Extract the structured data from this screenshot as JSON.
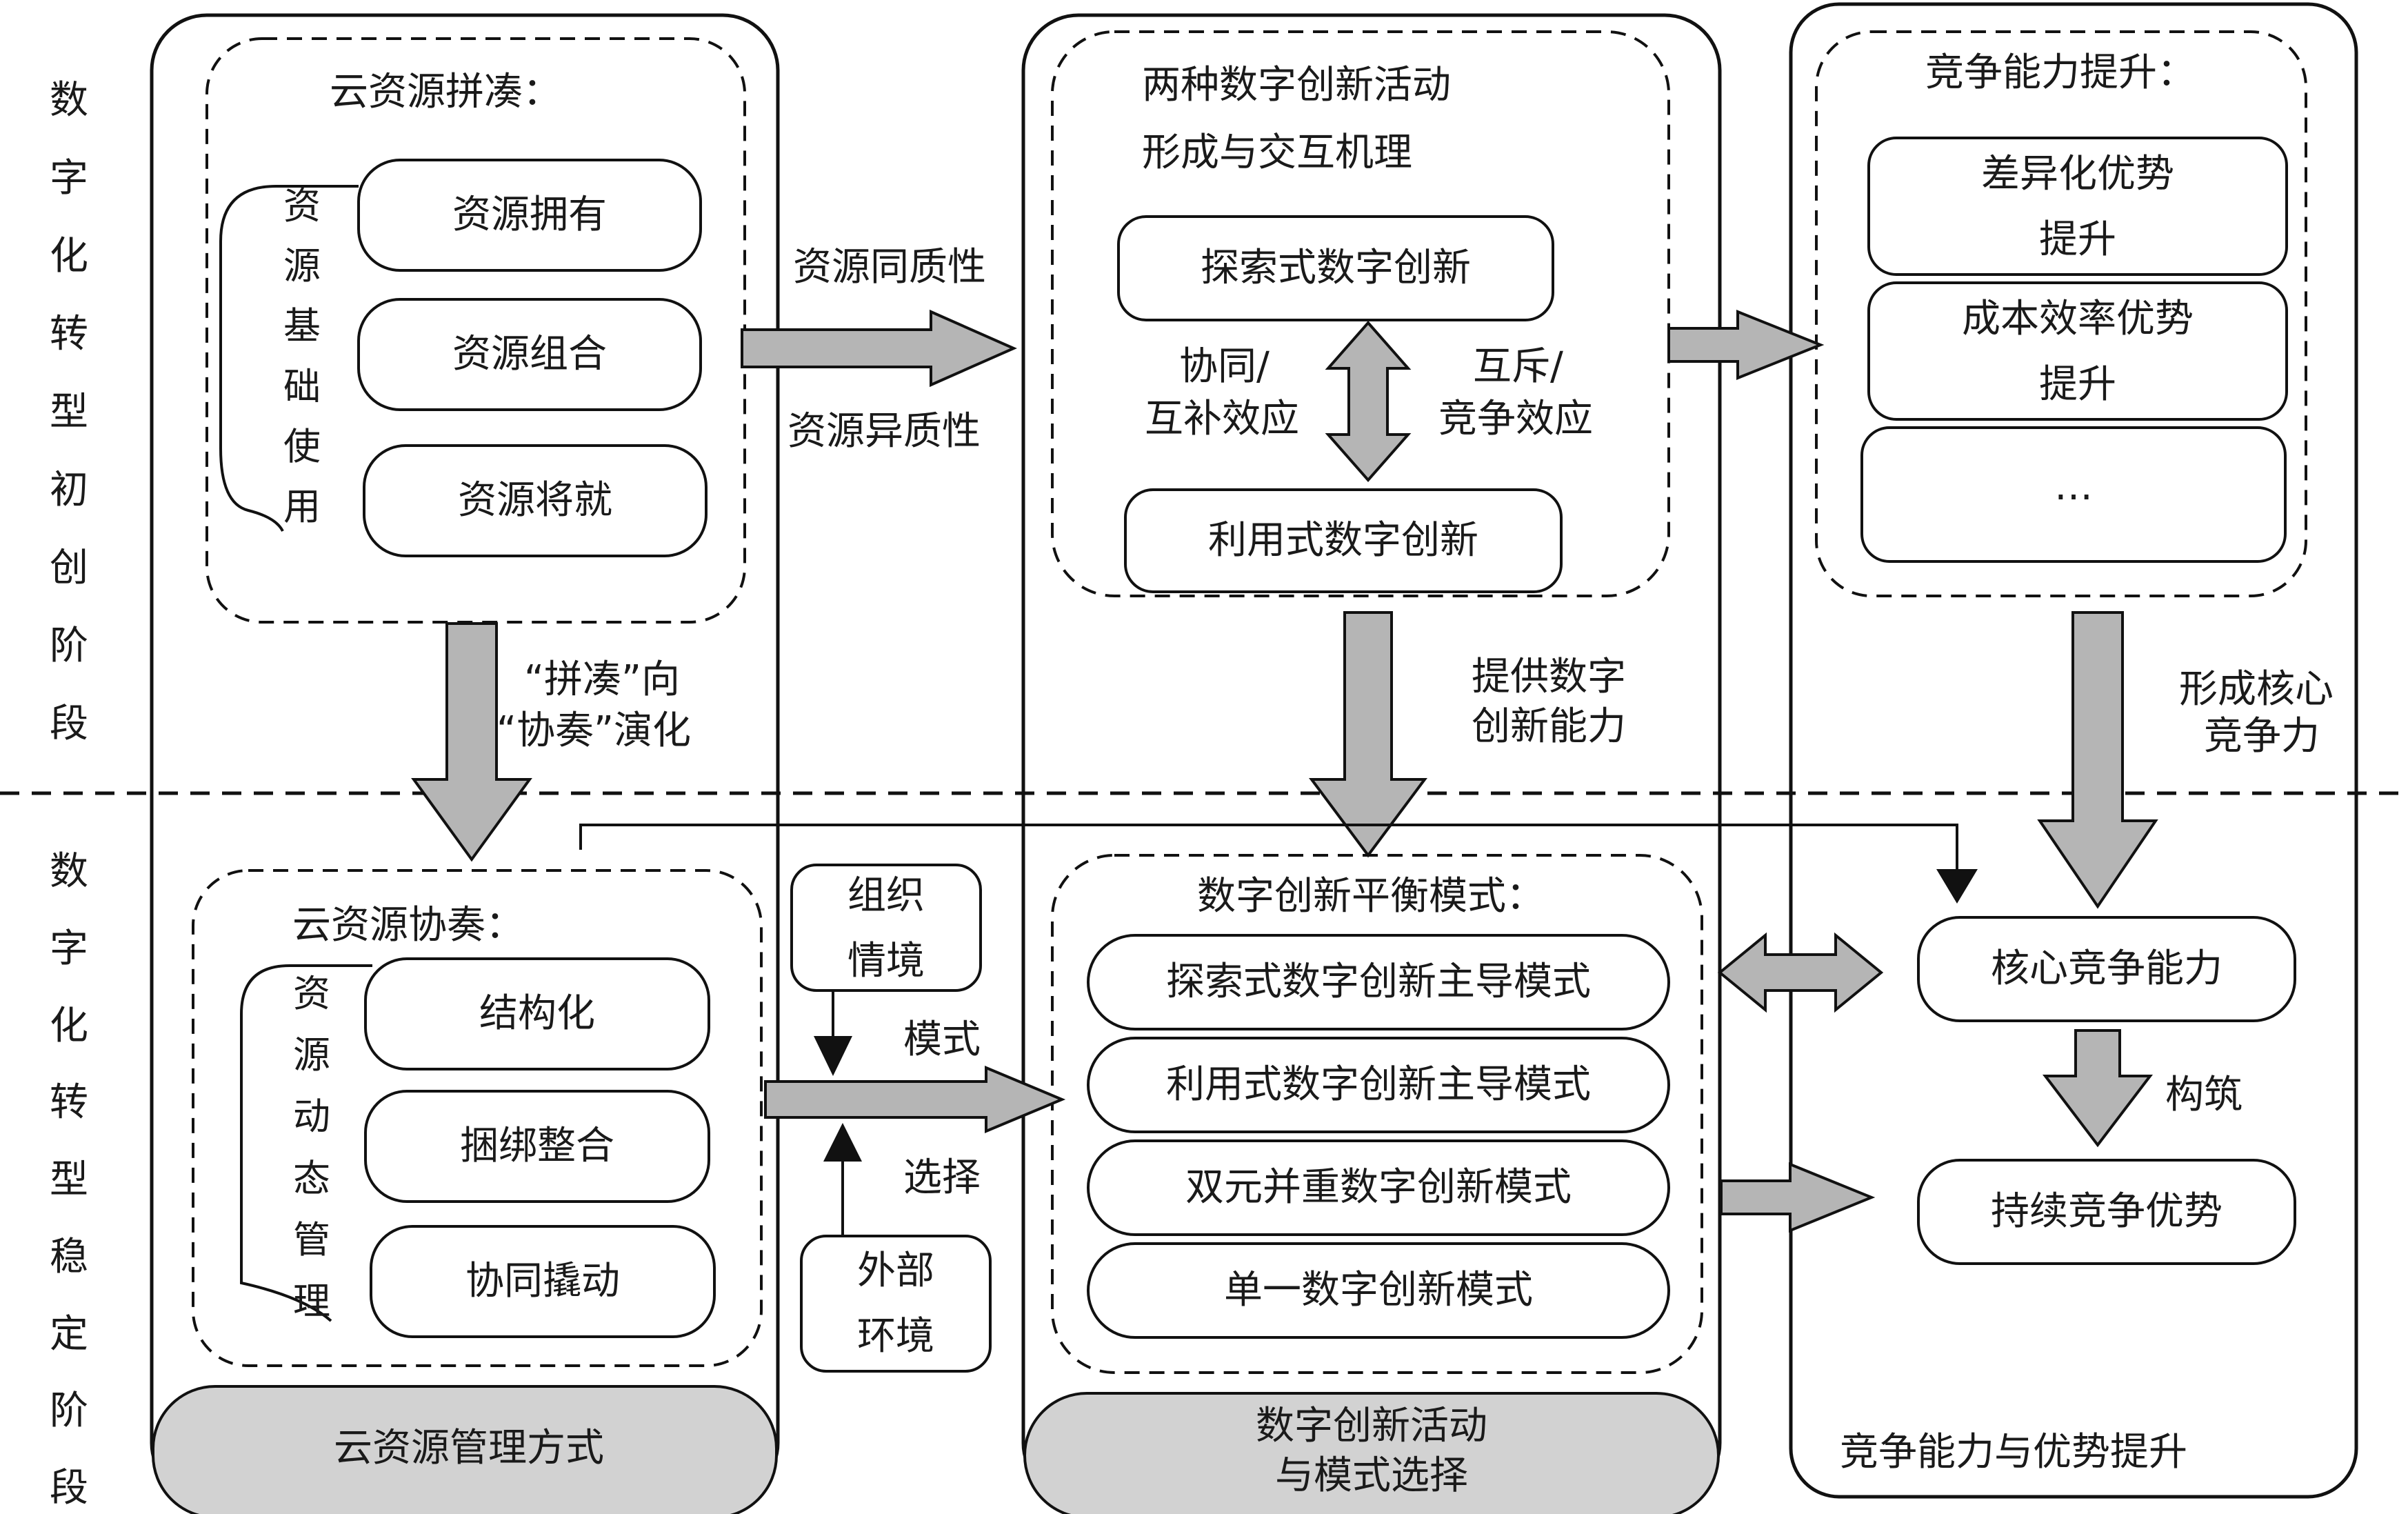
{
  "stages": {
    "top": [
      "数",
      "字",
      "化",
      "转",
      "型",
      "初",
      "创",
      "阶",
      "段"
    ],
    "bottom": [
      "数",
      "字",
      "化",
      "转",
      "型",
      "稳",
      "定",
      "阶",
      "段"
    ]
  },
  "left_column": {
    "pinshou": {
      "title": "云资源拼凑：",
      "side_label": [
        "资",
        "源",
        "基",
        "础",
        "使",
        "用"
      ],
      "items": [
        "资源拥有",
        "资源组合",
        "资源将就"
      ]
    },
    "evolution_label_1": "“拼凑”向",
    "evolution_label_2": "“协奏”演化",
    "xiezou": {
      "title": "云资源协奏：",
      "side_label": [
        "资",
        "源",
        "动",
        "态",
        "管",
        "理"
      ],
      "items": [
        "结构化",
        "捆绑整合",
        "协同撬动"
      ]
    },
    "footer": "云资源管理方式"
  },
  "middle_column": {
    "top_box": {
      "title_line1": "两种数字创新活动",
      "title_line2": "形成与交互机理",
      "explore": "探索式数字创新",
      "exploit": "利用式数字创新",
      "left_effect_1": "协同/",
      "left_effect_2": "互补效应",
      "right_effect_1": "互斥/",
      "right_effect_2": "竞争效应"
    },
    "provide_label_1": "提供数字",
    "provide_label_2": "创新能力",
    "balance_box": {
      "title": "数字创新平衡模式：",
      "modes": [
        "探索式数字创新主导模式",
        "利用式数字创新主导模式",
        "双元并重数字创新模式",
        "单一数字创新模式"
      ]
    },
    "footer_line1": "数字创新活动",
    "footer_line2": "与模式选择"
  },
  "link_labels": {
    "homogeneity": "资源同质性",
    "heterogeneity": "资源异质性",
    "mode": "模式",
    "select": "选择",
    "org_context": "组织\n情境",
    "external_env": "外部\n环境"
  },
  "right_column": {
    "top_box": {
      "title": "竞争能力提升：",
      "items": [
        "差异化优势\n提升",
        "成本效率优势\n提升",
        "…"
      ]
    },
    "form_core_1": "形成核心",
    "form_core_2": "竞争力",
    "core": "核心竞争能力",
    "build": "构筑",
    "sustain": "持续竞争优势",
    "footer": "竞争能力与优势提升"
  }
}
